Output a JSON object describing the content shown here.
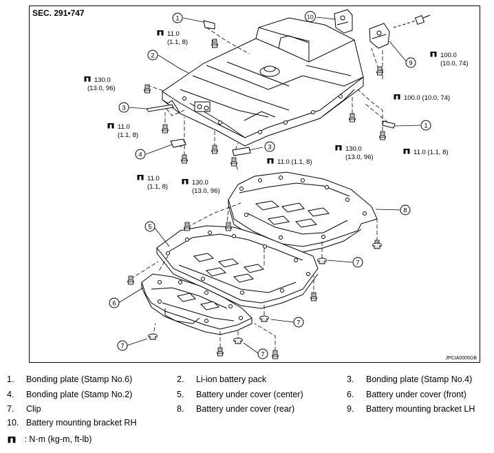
{
  "figure": {
    "section": "SEC. 291•747",
    "code": "JPCIA0005GB",
    "callouts": [
      "1",
      "2",
      "3",
      "4",
      "5",
      "6",
      "7",
      "8",
      "9",
      "10"
    ],
    "torques": [
      {
        "value": "11.0",
        "sub": "(1.1, 8)"
      },
      {
        "value": "130.0",
        "sub": "(13.0, 96)"
      },
      {
        "value": "11.0",
        "sub": "(1.1, 8)"
      },
      {
        "value": "11.0",
        "sub": "(1.1, 8)"
      },
      {
        "value": "130.0",
        "sub": "(13.0, 96)"
      },
      {
        "value": "11.0 (1.1, 8)",
        "sub": ""
      },
      {
        "value": "130.0",
        "sub": "(13.0, 96)"
      },
      {
        "value": "11.0 (1.1, 8)",
        "sub": ""
      },
      {
        "value": "100.0 (10.0, 74)",
        "sub": ""
      },
      {
        "value": "100.0",
        "sub": "(10.0, 74)"
      }
    ]
  },
  "legend": {
    "items": [
      {
        "num": "1.",
        "label": "Bonding plate (Stamp No.6)"
      },
      {
        "num": "2.",
        "label": "Li-ion battery pack"
      },
      {
        "num": "3.",
        "label": "Bonding plate (Stamp No.4)"
      },
      {
        "num": "4.",
        "label": "Bonding plate (Stamp No.2)"
      },
      {
        "num": "5.",
        "label": "Battery under cover (center)"
      },
      {
        "num": "6.",
        "label": "Battery under cover (front)"
      },
      {
        "num": "7.",
        "label": "Clip"
      },
      {
        "num": "8.",
        "label": "Battery under cover (rear)"
      },
      {
        "num": "9.",
        "label": "Battery mounting bracket LH"
      },
      {
        "num": "10.",
        "label": "Battery mounting bracket RH"
      }
    ],
    "unit": ": N·m (kg-m, ft-lb)"
  }
}
